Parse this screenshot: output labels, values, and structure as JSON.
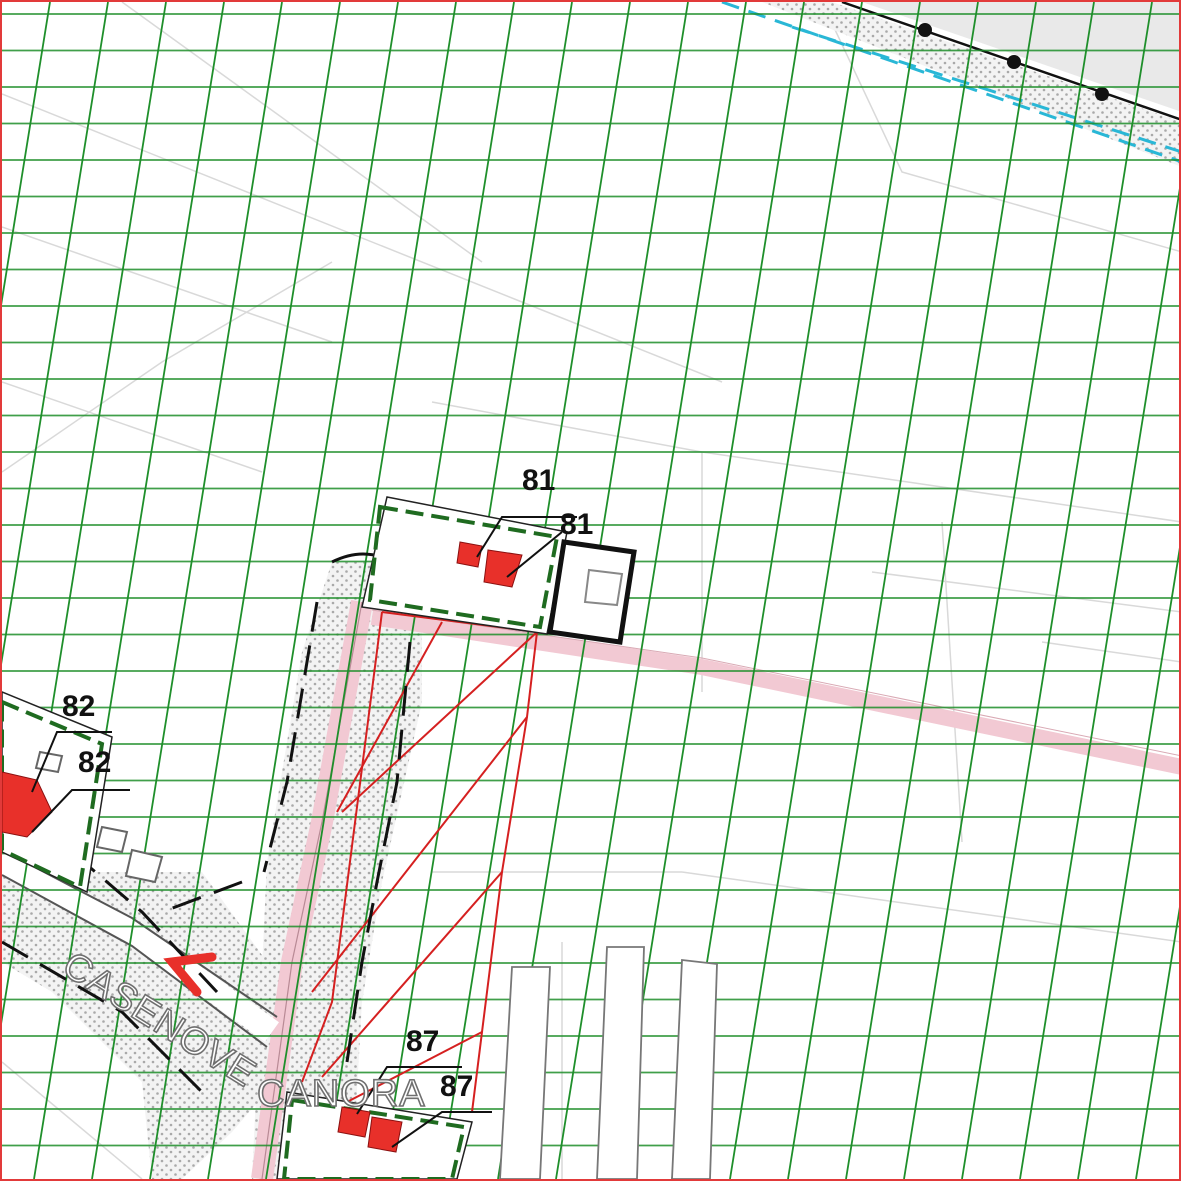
{
  "map": {
    "parcels": [
      {
        "id": "81",
        "label_upper": "81",
        "label_lower": "81"
      },
      {
        "id": "82",
        "label_upper": "82",
        "label_lower": "82"
      },
      {
        "id": "87",
        "label_upper": "87",
        "label_lower": "87"
      }
    ],
    "roads": [
      {
        "name": "CASENOVE"
      },
      {
        "name": "CANORA"
      }
    ],
    "colors": {
      "hatch_green": "#1f8f2b",
      "frame_red": "#e23a3a",
      "building_red": "#e8302a",
      "road_pink": "#f2c9d3",
      "dotted_grey": "#c9c9c9",
      "dashed_cyan": "#29b7d6",
      "boundary_black": "#111111"
    },
    "icons": [
      "direction-arrow-icon",
      "survey-point-icon"
    ]
  }
}
